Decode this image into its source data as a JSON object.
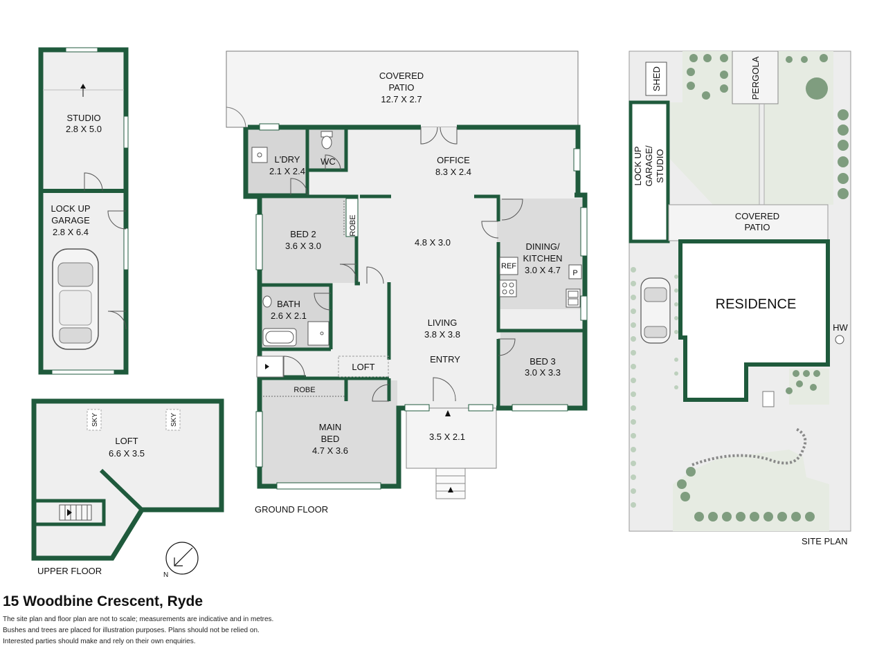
{
  "colors": {
    "wall": "#1f5a3c",
    "floor": "#efefef",
    "wet_area": "#d6d6d6",
    "bed": "#dcdcdc",
    "grass": "#e6ebe2",
    "tree": "#7f9d7f",
    "paving": "#ededed"
  },
  "upper": {
    "studio": {
      "name": "STUDIO",
      "size": "2.8 X 5.0"
    },
    "garage": {
      "name1": "LOCK UP",
      "name2": "GARAGE",
      "size": "2.8 X 6.4"
    },
    "loft": {
      "name": "LOFT",
      "size": "6.6 X 3.5",
      "sky": "SKY"
    },
    "label": "UPPER FLOOR"
  },
  "ground": {
    "patio": {
      "name": "COVERED",
      "name2": "PATIO",
      "size": "12.7 X 2.7"
    },
    "laundry": {
      "name": "L'DRY",
      "size": "2.1 X 2.4"
    },
    "wc": "WC",
    "office": {
      "name": "OFFICE",
      "size": "8.3 X 2.4"
    },
    "bed2": {
      "name": "BED 2",
      "size": "3.6 X 3.0"
    },
    "robe": "ROBE",
    "hall": {
      "size": "4.8 X 3.0"
    },
    "dining": {
      "name": "DINING/",
      "name2": "KITCHEN",
      "size": "3.0 X 4.7",
      "ref": "REF",
      "pantry": "P"
    },
    "bath": {
      "name": "BATH",
      "size": "2.6 X 2.1"
    },
    "living": {
      "name": "LIVING",
      "size": "3.8 X 3.8"
    },
    "entry": "ENTRY",
    "loft_hatch": "LOFT",
    "bed3": {
      "name": "BED 3",
      "size": "3.0 X 3.3"
    },
    "main_bed": {
      "name": "MAIN",
      "name2": "BED",
      "size": "4.7 X 3.6"
    },
    "porch": {
      "size": "3.5 X 2.1"
    },
    "label": "GROUND FLOOR"
  },
  "site": {
    "shed": "SHED",
    "pergola": "PERGOLA",
    "garage": {
      "l1": "LOCK UP",
      "l2": "GARAGE/",
      "l3": "STUDIO"
    },
    "patio": {
      "l1": "COVERED",
      "l2": "PATIO"
    },
    "residence": "RESIDENCE",
    "hw": "HW",
    "label": "SITE PLAN"
  },
  "footer": {
    "title": "15 Woodbine Crescent, Ryde",
    "line1": "The site plan and floor plan are not to scale; measurements are indicative and in metres.",
    "line2": "Bushes and trees are placed for illustration purposes. Plans should not be relied on.",
    "line3": "Interested parties should make and rely on their own enquiries."
  }
}
